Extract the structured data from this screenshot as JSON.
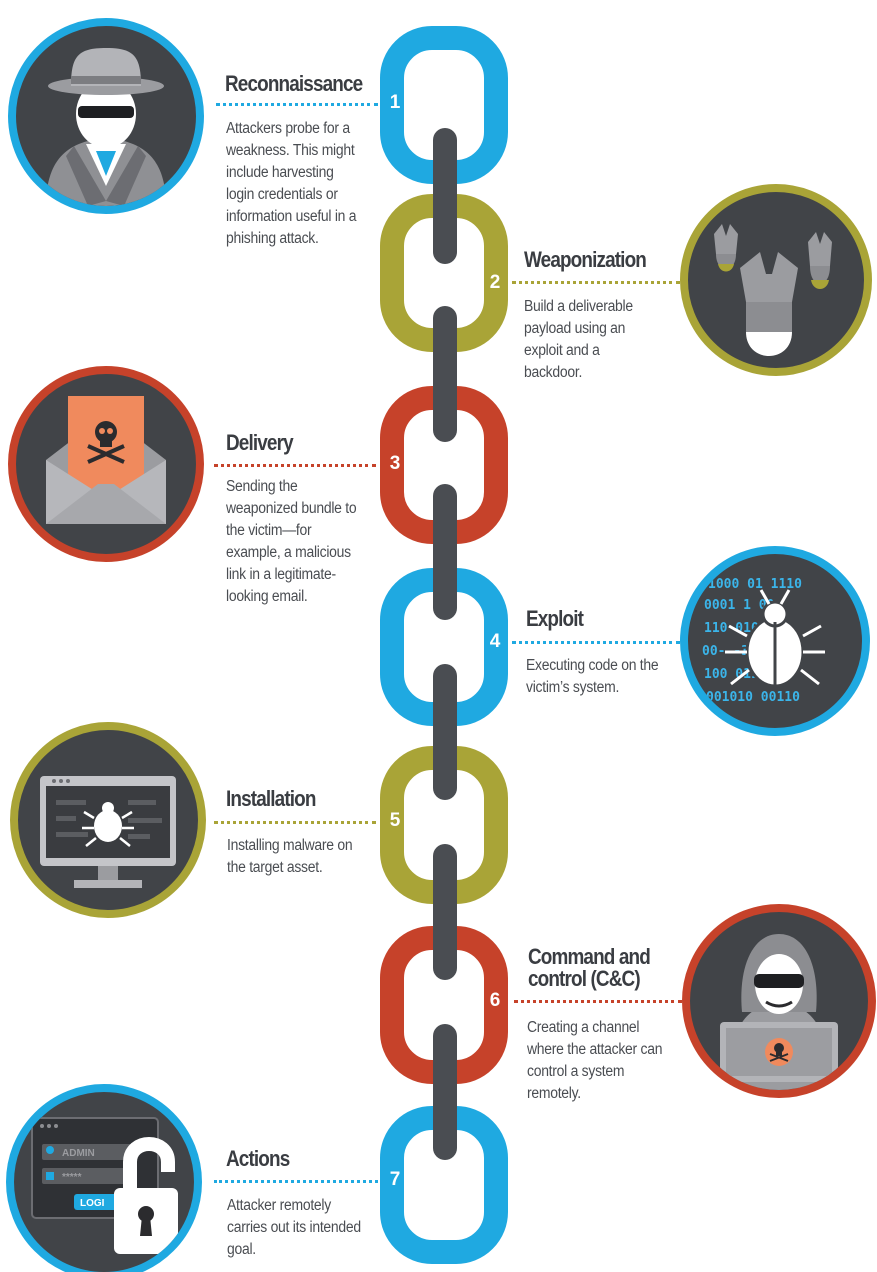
{
  "colors": {
    "blue": "#1fa9e1",
    "olive": "#a9a437",
    "red": "#c6422a",
    "link_dark": "#4a4d52",
    "badge_bg": "#414448",
    "text": "#3a3d42"
  },
  "steps": [
    {
      "number": "1",
      "title": "Reconnaissance",
      "description": "Attackers probe for a weakness. This might include harvesting login credentials or information useful in a phishing attack.",
      "color": "blue",
      "icon": "spy-icon"
    },
    {
      "number": "2",
      "title": "Weaponization",
      "description": "Build a deliverable payload using an exploit and a backdoor.",
      "color": "olive",
      "icon": "bombs-icon"
    },
    {
      "number": "3",
      "title": "Delivery",
      "description": "Sending the weaponized bundle to the victim—for example, a malicious link in a legitimate-looking email.",
      "color": "red",
      "icon": "email-skull-icon"
    },
    {
      "number": "4",
      "title": "Exploit",
      "description": "Executing code on the victim’s system.",
      "color": "blue",
      "icon": "bug-binary-icon"
    },
    {
      "number": "5",
      "title": "Installation",
      "description": "Installing malware on the target asset.",
      "color": "olive",
      "icon": "monitor-bug-icon"
    },
    {
      "number": "6",
      "title": "Command and control (C&C)",
      "description": "Creating a channel where the attacker can control a system remotely.",
      "color": "red",
      "icon": "hacker-laptop-icon"
    },
    {
      "number": "7",
      "title": "Actions",
      "description": "Attacker remotely carries out its intended goal.",
      "color": "blue",
      "icon": "unlocked-padlock-icon"
    }
  ],
  "icon_text": {
    "binary_lines": [
      "1000 01 1110",
      "0001    1 00",
      "110       010",
      "00-        -30",
      "100       011",
      "001010 00110"
    ],
    "admin_label": "ADMIN",
    "password_mask": "*****",
    "login_label": "LOGI"
  }
}
